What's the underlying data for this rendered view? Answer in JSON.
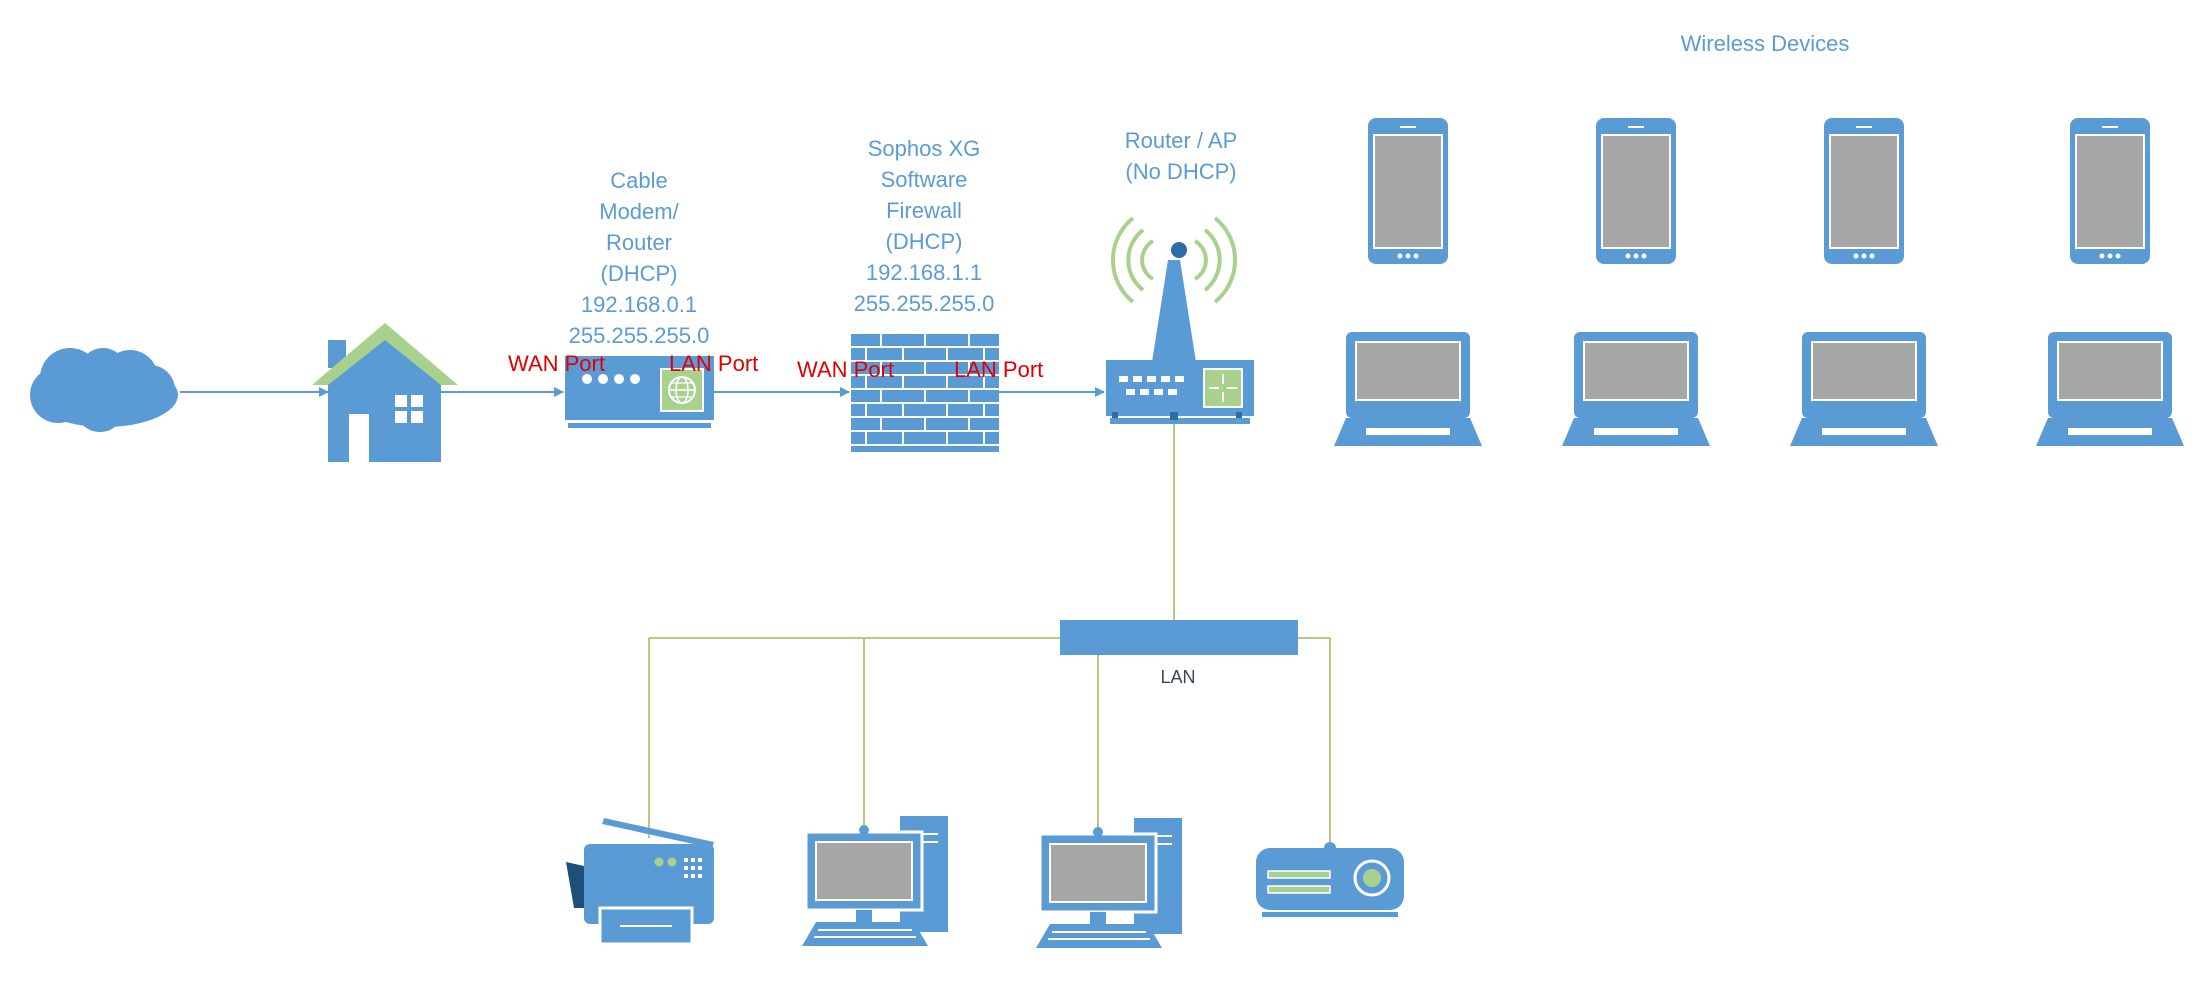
{
  "labels": {
    "wireless_devices": "Wireless Devices",
    "modem": [
      "Cable",
      "Modem/",
      "Router",
      "(DHCP)",
      "192.168.0.1",
      "255.255.255.0"
    ],
    "firewall": [
      "Sophos XG",
      "Software",
      "Firewall",
      "(DHCP)",
      "192.168.1.1",
      "255.255.255.0"
    ],
    "router_ap": [
      "Router / AP",
      "(No DHCP)"
    ],
    "modem_wan": "WAN Port",
    "modem_lan": "LAN Port",
    "firewall_wan": "WAN Port",
    "firewall_lan": "LAN Port",
    "lan": "LAN"
  },
  "colors": {
    "device_blue": "#5b9bd5",
    "accent_green": "#a9d18e",
    "port_label_red": "#e00000",
    "screen_gray": "#a6a6a6",
    "cable_green": "#9bbb59"
  },
  "icons": [
    "cloud-icon",
    "house-icon",
    "modem-icon",
    "firewall-icon",
    "wireless-router-icon",
    "switch-icon",
    "smartphone-icon",
    "laptop-icon",
    "printer-icon",
    "desktop-computer-icon",
    "projector-icon"
  ]
}
